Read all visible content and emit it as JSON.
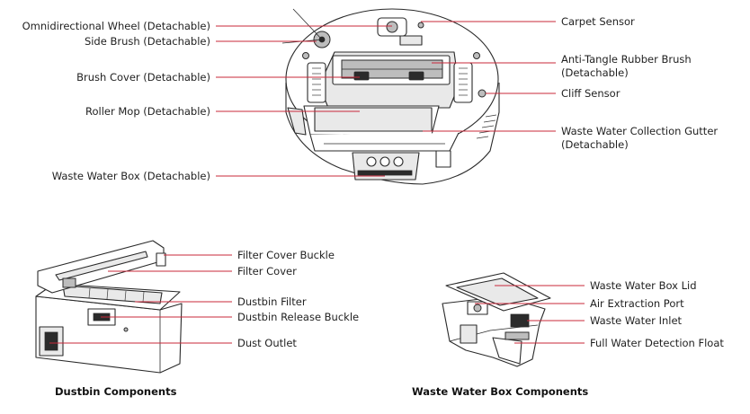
{
  "robot_labels": {
    "omni_wheel": "Omnidirectional Wheel (Detachable)",
    "side_brush": "Side Brush (Detachable)",
    "brush_cover": "Brush Cover (Detachable)",
    "roller_mop": "Roller Mop (Detachable)",
    "waste_box": "Waste Water Box (Detachable)",
    "carpet_sensor": "Carpet Sensor",
    "rubber_brush_1": "Anti-Tangle Rubber Brush",
    "rubber_brush_2": "(Detachable)",
    "cliff_sensor": "Cliff Sensor",
    "gutter_1": "Waste Water Collection Gutter",
    "gutter_2": "(Detachable)"
  },
  "dustbin_labels": {
    "filter_cover_buckle": "Filter Cover Buckle",
    "filter_cover": "Filter Cover",
    "dustbin_filter": "Dustbin Filter",
    "release_buckle": "Dustbin Release Buckle",
    "dust_outlet": "Dust Outlet",
    "caption": "Dustbin Components"
  },
  "waste_box_labels": {
    "lid": "Waste Water Box Lid",
    "air_port": "Air Extraction Port",
    "inlet": "Waste Water Inlet",
    "float": "Full Water Detection Float",
    "caption": "Waste Water Box Components"
  },
  "colors": {
    "leader_line": "#c9283a",
    "line_art": "#2a2a2a"
  }
}
